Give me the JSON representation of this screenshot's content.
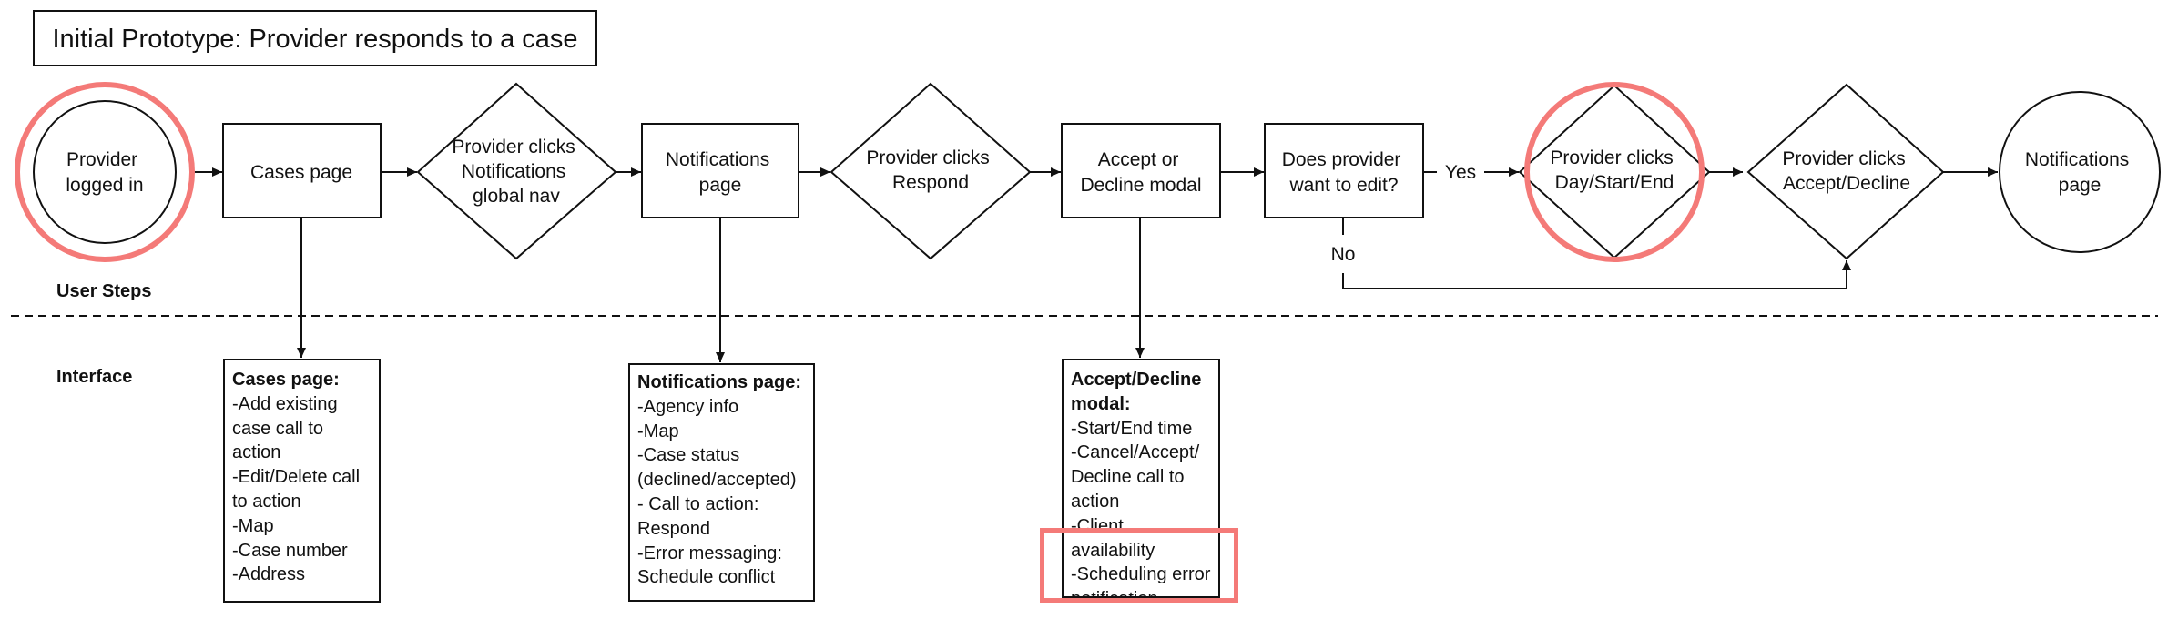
{
  "title": "Initial Prototype: Provider responds to a case",
  "lanes": {
    "user_steps": "User Steps",
    "interface": "Interface"
  },
  "nodes": {
    "provider_logged_in": [
      "Provider",
      "logged in"
    ],
    "cases_page": [
      "Cases page"
    ],
    "clicks_notifications": [
      "Provider clicks",
      "Notifications",
      "global nav"
    ],
    "notifications_page_1": [
      "Notifications",
      "page"
    ],
    "clicks_respond": [
      "Provider clicks",
      "Respond"
    ],
    "accept_decline_modal": [
      "Accept or",
      "Decline modal"
    ],
    "want_to_edit": [
      "Does provider",
      "want to edit?"
    ],
    "clicks_day_start_end": [
      "Provider clicks",
      "Day/Start/End"
    ],
    "clicks_accept_decline": [
      "Provider clicks",
      "Accept/Decline"
    ],
    "notifications_page_2": [
      "Notifications",
      "page"
    ]
  },
  "edge_labels": {
    "yes": "Yes",
    "no": "No"
  },
  "interface_boxes": {
    "cases": {
      "heading": "Cases page:",
      "lines": [
        "-Add existing",
        "case call to",
        "action",
        "-Edit/Delete call",
        "to action",
        "-Map",
        "-Case number",
        "-Address"
      ]
    },
    "notifications": {
      "heading": "Notifications page:",
      "lines": [
        "-Agency info",
        "-Map",
        "-Case status",
        "(declined/accepted)",
        "- Call to action:",
        "Respond",
        "-Error messaging:",
        "Schedule conflict"
      ]
    },
    "accept_decline": {
      "heading": [
        "Accept/Decline",
        "modal:"
      ],
      "lines": [
        "-Start/End time",
        "-Cancel/Accept/",
        "Decline call to",
        "action",
        "-Client availability",
        "-Scheduling error",
        "notification"
      ]
    }
  },
  "colors": {
    "highlight": "#f47a78",
    "stroke": "#111111"
  }
}
